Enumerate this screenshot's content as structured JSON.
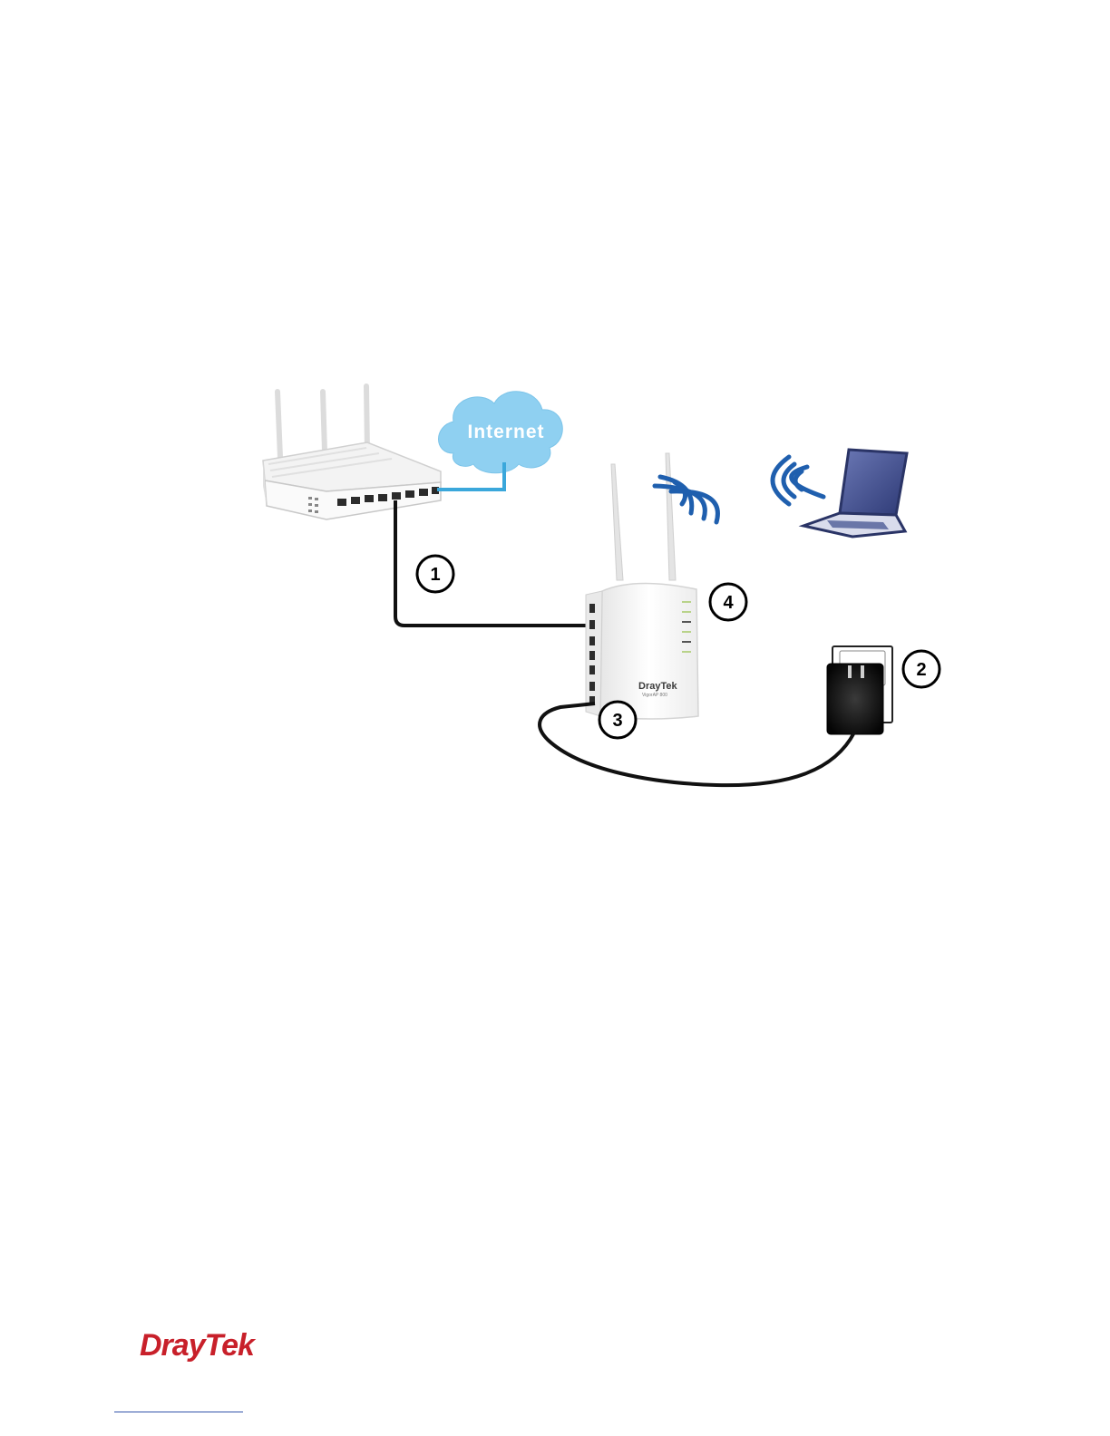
{
  "diagram": {
    "cloud_label": "Internet",
    "ap_brand": "DrayTek",
    "ap_model": "VigorAP 800",
    "callouts": [
      {
        "id": "1",
        "label": "1"
      },
      {
        "id": "2",
        "label": "2"
      },
      {
        "id": "3",
        "label": "3"
      },
      {
        "id": "4",
        "label": "4"
      }
    ],
    "colors": {
      "cloud": "#8fd0f1",
      "internet_cable": "#3aa7db",
      "wifi_waves": "#1f5fae",
      "laptop_screen": "#3a4a8c",
      "adapter": "#1a1a1a"
    }
  },
  "footer": {
    "brand": "DrayTek",
    "brand_color": "#c8202a"
  }
}
